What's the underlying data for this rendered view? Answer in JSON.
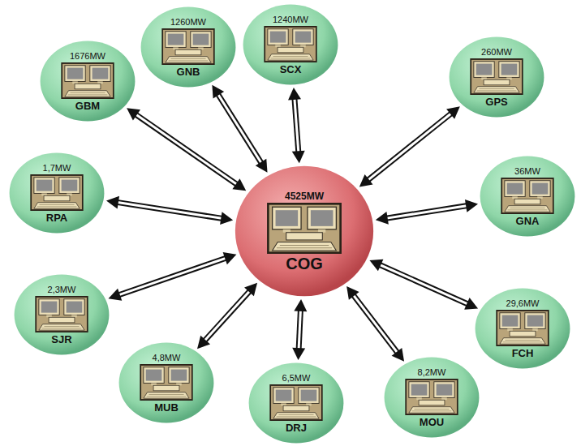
{
  "diagram": {
    "nodes": [
      {
        "text": [
          "1676MW",
          "GBM"
        ]
      },
      {
        "text": [
          "1260MW",
          "GNB"
        ]
      },
      {
        "text": [
          "1240MW",
          "SCX"
        ]
      },
      {
        "text": [
          "260MW",
          "GPS"
        ]
      },
      {
        "text": [
          "1,7MW",
          "RPA"
        ]
      },
      {
        "text": [
          "4525MW",
          "COG"
        ]
      },
      {
        "text": [
          "36MW",
          "GNA"
        ]
      },
      {
        "text": [
          "2,3MW",
          "SJR"
        ]
      },
      {
        "text": [
          "29,6MW",
          "FCH"
        ]
      },
      {
        "text": [
          "4,8MW",
          "MUB"
        ]
      },
      {
        "text": [
          "6,5MW",
          "DRJ"
        ]
      },
      {
        "text": [
          "8,2MW",
          "MOU"
        ]
      }
    ],
    "edges": [
      {
        "from": 0,
        "to": 5,
        "arrow": "both"
      },
      {
        "from": 1,
        "to": 5,
        "arrow": "both"
      },
      {
        "from": 2,
        "to": 5,
        "arrow": "both"
      },
      {
        "from": 3,
        "to": 5,
        "arrow": "both"
      },
      {
        "from": 4,
        "to": 5,
        "arrow": "both"
      },
      {
        "from": 6,
        "to": 5,
        "arrow": "both"
      },
      {
        "from": 7,
        "to": 5,
        "arrow": "both"
      },
      {
        "from": 8,
        "to": 5,
        "arrow": "both"
      },
      {
        "from": 9,
        "to": 5,
        "arrow": "both"
      },
      {
        "from": 10,
        "to": 5,
        "arrow": "both"
      },
      {
        "from": 11,
        "to": 5,
        "arrow": "both"
      }
    ]
  }
}
